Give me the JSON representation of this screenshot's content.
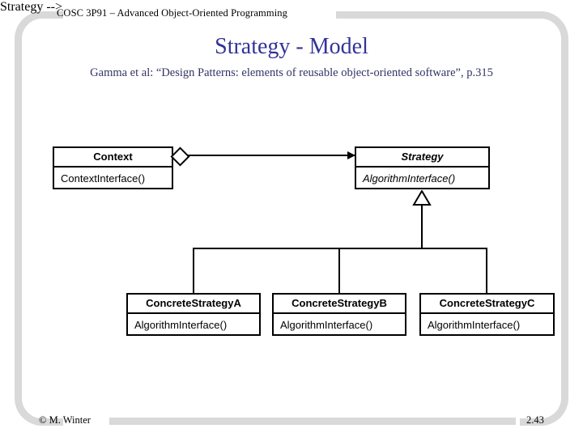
{
  "slide": {
    "course_header": "COSC 3P91 – Advanced Object-Oriented Programming",
    "title": "Strategy - Model",
    "subtitle": "Gamma et al: “Design Patterns: elements of reusable object-oriented software”, p.315",
    "title_color": "#333399",
    "subtitle_color": "#333366",
    "frame_color": "#d9d9d9"
  },
  "footer": {
    "author": "© M. Winter",
    "page_number": "2.43"
  },
  "diagram": {
    "type": "uml-class-diagram",
    "classes": [
      {
        "id": "context",
        "name": "Context",
        "operations": [
          "ContextInterface()"
        ],
        "abstract": false
      },
      {
        "id": "strategy",
        "name": "Strategy",
        "operations": [
          "AlgorithmInterface()"
        ],
        "abstract": true
      },
      {
        "id": "concrete-a",
        "name": "ConcreteStrategyA",
        "operations": [
          "AlgorithmInterface()"
        ],
        "abstract": false
      },
      {
        "id": "concrete-b",
        "name": "ConcreteStrategyB",
        "operations": [
          "AlgorithmInterface()"
        ],
        "abstract": false
      },
      {
        "id": "concrete-c",
        "name": "ConcreteStrategyC",
        "operations": [
          "AlgorithmInterface()"
        ],
        "abstract": false
      }
    ],
    "relationships": [
      {
        "kind": "aggregation",
        "from": "context",
        "to": "strategy"
      },
      {
        "kind": "generalization",
        "from": "concrete-a",
        "to": "strategy"
      },
      {
        "kind": "generalization",
        "from": "concrete-b",
        "to": "strategy"
      },
      {
        "kind": "generalization",
        "from": "concrete-c",
        "to": "strategy"
      }
    ]
  }
}
